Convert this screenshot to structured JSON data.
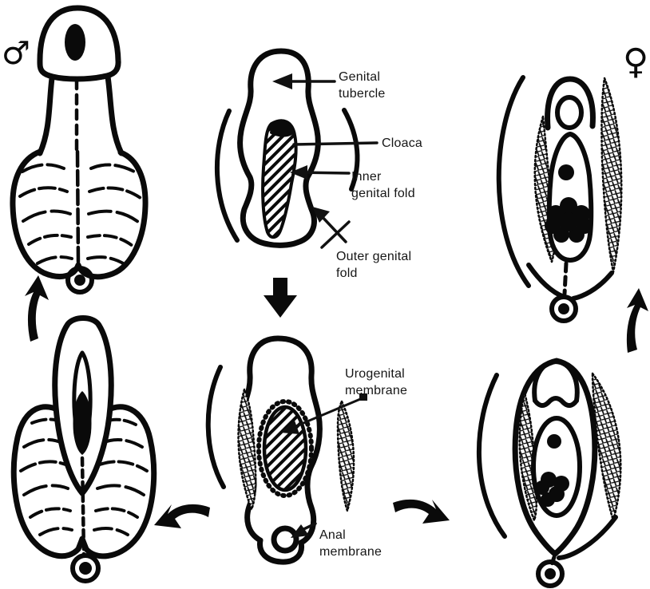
{
  "page": {
    "background_color": "#ffffff",
    "ink_color": "#000000",
    "description_title": ""
  },
  "symbols": {
    "male": "♂",
    "female": "♀"
  },
  "labels": {
    "genital_tubercle": "Genital\ntubercle",
    "cloaca": "Cloaca",
    "inner_genital_fold": "Inner\ngenital fold",
    "outer_genital_fold": "Outer genital\nfold",
    "urogenital_membrane": "Urogenital\nmembrane",
    "anal_membrane": "Anal\nmembrane"
  }
}
